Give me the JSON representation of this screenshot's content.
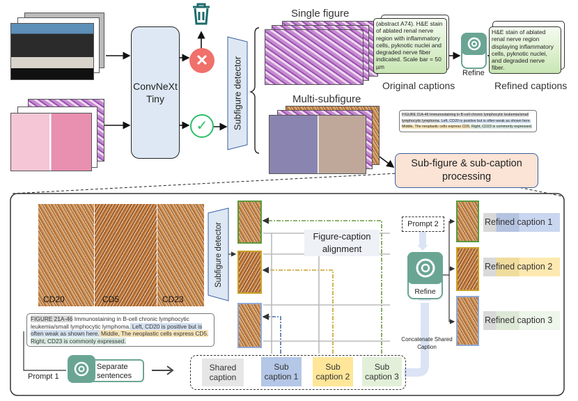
{
  "classifier": {
    "title": "ConvNeXt Tiny"
  },
  "detector": {
    "label": "Subfigure detector"
  },
  "icons": {
    "reject": "x-circle-icon",
    "accept": "check-circle-icon",
    "discard": "trash-icon",
    "llm": "chatgpt-logo-icon"
  },
  "single": {
    "title": "Single figure",
    "original_caption": "(abstract A74). H&E stain of ablated renal nerve region with inflammatory cells, pyknotic nuclei and degraded nerve fiber indicated. Scale bar = 50 µm",
    "original_label": "Original captions",
    "refine_label": "Refine",
    "refined_caption": "H&E stain of ablated renal nerve region displaying inflammatory cells, pyknotic nuclei, and degraded nerve fiber.",
    "refined_label": "Refined captions"
  },
  "multi": {
    "title": "Multi-subfigure",
    "caption_segments": [
      {
        "text": "FIGURE 21A-46",
        "color": "#d9d9d9"
      },
      {
        "text": " Immunostaining in B-cell chronic lymphocytic leukemia/small lymphocytic lymphoma.",
        "color": "#d9d9d9"
      },
      {
        "text": " Left, CD20 is positive but is often weak as shown here.",
        "color": "#d3e0f0"
      },
      {
        "text": " Middle, The neoplastic cells express CD5.",
        "color": "#f6e3b8"
      },
      {
        "text": " Right, CD23 is commonly expressed.",
        "color": "#d6e8df"
      }
    ],
    "processing_label": "Sub-figure & sub-caption processing"
  },
  "detail": {
    "image_labels": [
      "CD20",
      "CD5",
      "CD23"
    ],
    "detector_label": "Subfigure detector",
    "alignment_label": "Figure-caption alignment",
    "prompt1": "Prompt 1",
    "separate_label": "Separate sentences",
    "chips": [
      {
        "text": "Shared caption",
        "color": "#e6e6e6"
      },
      {
        "text": "Sub caption 1",
        "color": "#b4c7e7"
      },
      {
        "text": "Sub caption 2",
        "color": "#ffe699"
      },
      {
        "text": "Sub caption 3",
        "color": "#e2f0d9"
      }
    ],
    "prompt2": "Prompt 2",
    "refine_label": "Refine",
    "concat_label": "Concatenate Shared Caption",
    "refined": [
      "Refined caption 1",
      "Refined caption 2",
      "Refined caption 3"
    ],
    "sub_colors": [
      "#5a9a3e",
      "#c9a227",
      "#8fa9d6"
    ]
  }
}
